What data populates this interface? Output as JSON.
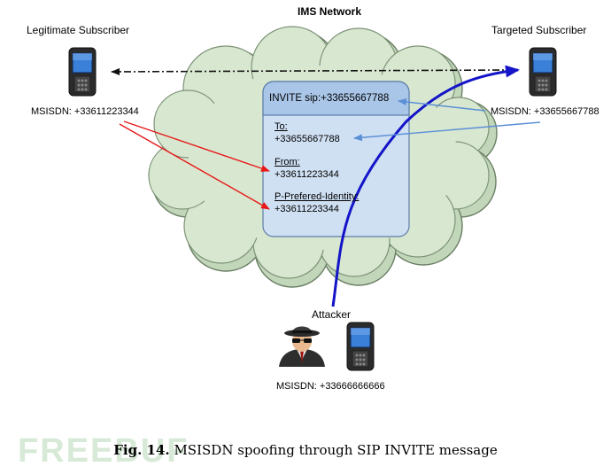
{
  "network_title": "IMS Network",
  "legit": {
    "title": "Legitimate Subscriber",
    "msisdn": "MSISDN: +33611223344"
  },
  "target": {
    "title": "Targeted Subscriber",
    "msisdn": "MSISDN: +33655667788"
  },
  "attacker": {
    "title": "Attacker",
    "msisdn": "MSISDN: +33666666666"
  },
  "message": {
    "header": "INVITE sip:+33655667788",
    "fields": [
      {
        "label": "To:",
        "value": "+33655667788"
      },
      {
        "label": "From:",
        "value": "+33611223344"
      },
      {
        "label": "P-Prefered-Identity:",
        "value": "+33611223344"
      }
    ]
  },
  "caption": {
    "prefix": "Fig. 14.",
    "text": "MSISDN spoofing through SIP INVITE message"
  },
  "watermark": "FREEBUF",
  "colors": {
    "cloud": "#d8e8d0",
    "message_header": "#a9c6e8",
    "message_body": "#cfe0f3",
    "attacker_path": "#1414c8",
    "spoof_arrow": "#e81818",
    "target_arrow": "#5b8fd6"
  }
}
